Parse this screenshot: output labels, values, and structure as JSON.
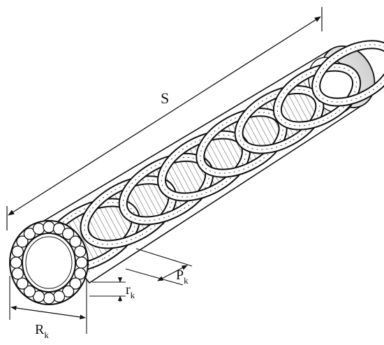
{
  "labels": {
    "length": "S",
    "pitch_main": "P",
    "pitch_sub": "k",
    "wire_radius_main": "r",
    "wire_radius_sub": "k",
    "coil_radius_main": "R",
    "coil_radius_sub": "k"
  },
  "components": {
    "coil_turns": 8
  }
}
